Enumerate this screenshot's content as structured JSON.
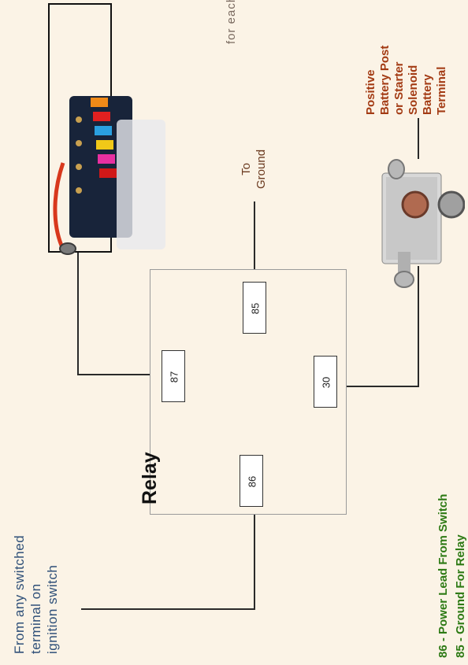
{
  "diagram": {
    "top_partial_text": "for each circuit.",
    "ignition_label": [
      "From any switched",
      "terminal on",
      "ignition switch"
    ],
    "positive_label": [
      "Positive",
      "Battery Post",
      "or Starter",
      "Solenoid",
      "Battery",
      "Terminal"
    ],
    "ground_label": [
      "To",
      "Ground"
    ],
    "relay_label": "Relay",
    "terminals": {
      "t86": "86",
      "t87": "87",
      "t85": "85",
      "t30": "30"
    },
    "legend": [
      "86 - Power Lead From Switch",
      "85 - Ground For Relay"
    ]
  }
}
